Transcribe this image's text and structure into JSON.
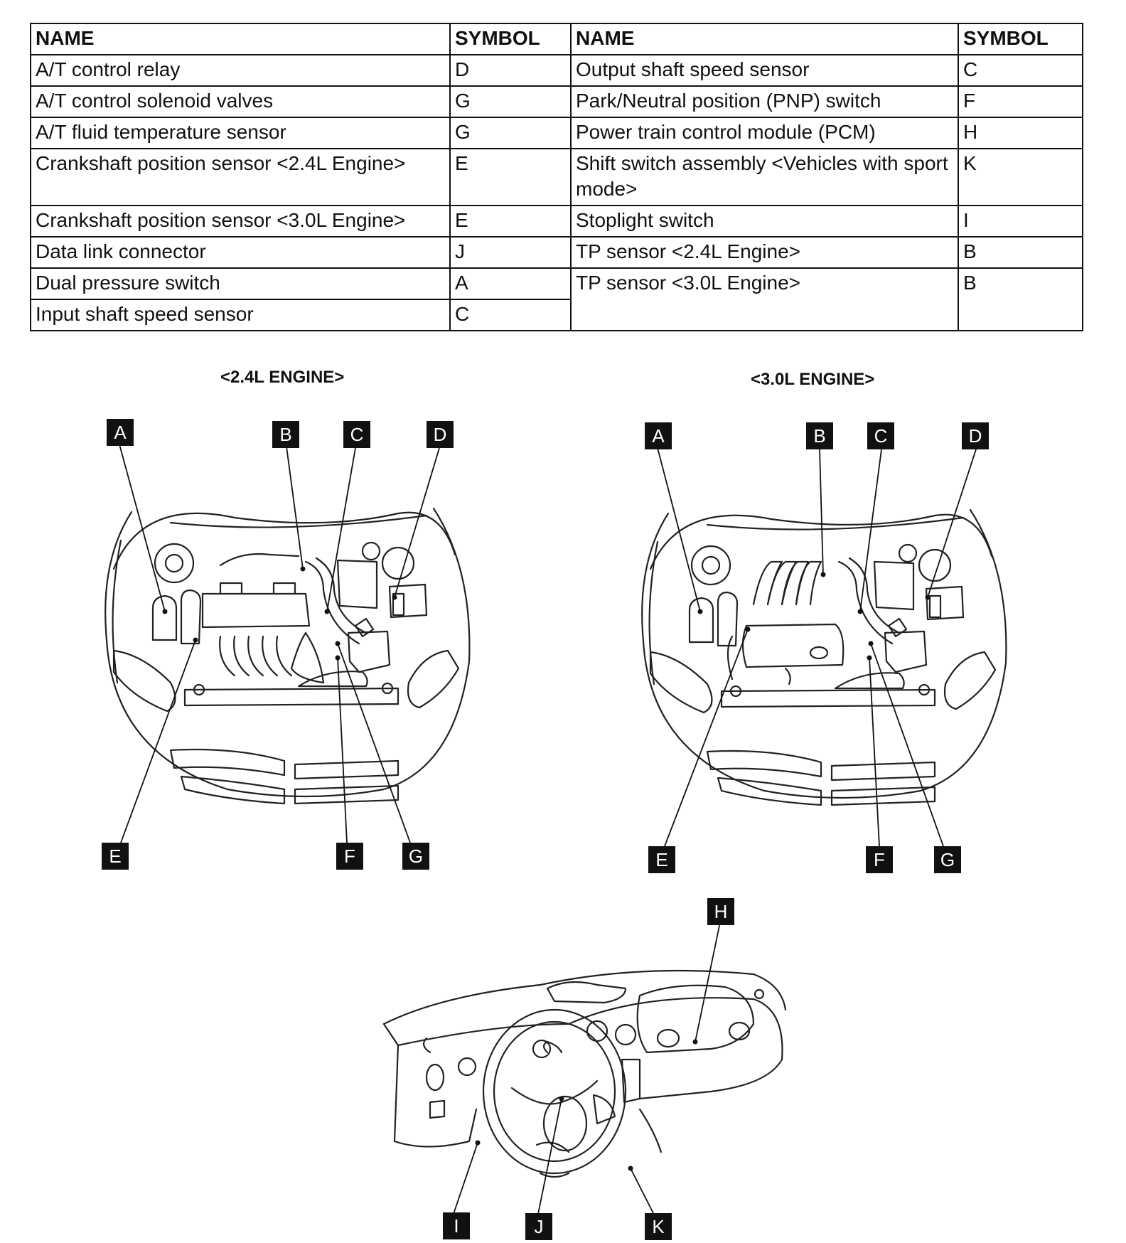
{
  "table": {
    "headers": [
      "NAME",
      "SYMBOL",
      "NAME",
      "SYMBOL"
    ],
    "rows": [
      {
        "name1": "A/T control relay",
        "sym1": "D",
        "name2": "Output shaft speed sensor",
        "sym2": "C"
      },
      {
        "name1": "A/T control solenoid valves",
        "sym1": "G",
        "name2": "Park/Neutral position (PNP) switch",
        "sym2": "F"
      },
      {
        "name1": "A/T fluid temperature sensor",
        "sym1": "G",
        "name2": "Power train control module (PCM)",
        "sym2": "H"
      },
      {
        "name1": "Crankshaft position sensor <2.4L Engine>",
        "sym1": "E",
        "name2": "Shift switch assembly <Vehicles with sport mode>",
        "sym2": "K"
      },
      {
        "name1": "Crankshaft position sensor <3.0L Engine>",
        "sym1": "E",
        "name2": "Stoplight switch",
        "sym2": "I"
      },
      {
        "name1": "Data link connector",
        "sym1": "J",
        "name2": "TP sensor <2.4L Engine>",
        "sym2": "B"
      },
      {
        "name1": "Dual pressure switch",
        "sym1": "A",
        "name2": "TP sensor <3.0L Engine>",
        "sym2": "B"
      },
      {
        "name1": "Input shaft speed sensor",
        "sym1": "C",
        "name2": "",
        "sym2": ""
      }
    ]
  },
  "captions": {
    "engine_24": "<2.4L ENGINE>",
    "engine_30": "<3.0L ENGINE>"
  },
  "callouts": {
    "a": "A",
    "b": "B",
    "c": "C",
    "d": "D",
    "e": "E",
    "f": "F",
    "g": "G",
    "h": "H",
    "i": "I",
    "j": "J",
    "k": "K"
  }
}
